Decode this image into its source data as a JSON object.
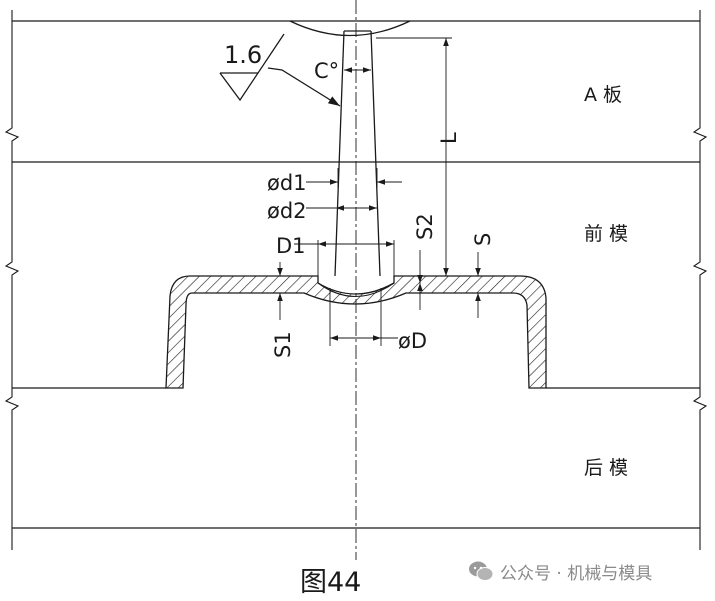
{
  "plates": {
    "a_plate": "A 板",
    "front_mold": "前 模",
    "rear_mold": "后 模"
  },
  "dimensions": {
    "roughness": "1.6",
    "angle": "C°",
    "length": "L",
    "d1": "ød1",
    "d2": "ød2",
    "big_d1": "D1",
    "s2": "S2",
    "s": "S",
    "s1": "S1",
    "big_d": "øD"
  },
  "caption": "图44",
  "watermark": "公众号 · 机械与模具",
  "colors": {
    "line": "#1a1a1a",
    "watermark": "#8a8a8a"
  }
}
